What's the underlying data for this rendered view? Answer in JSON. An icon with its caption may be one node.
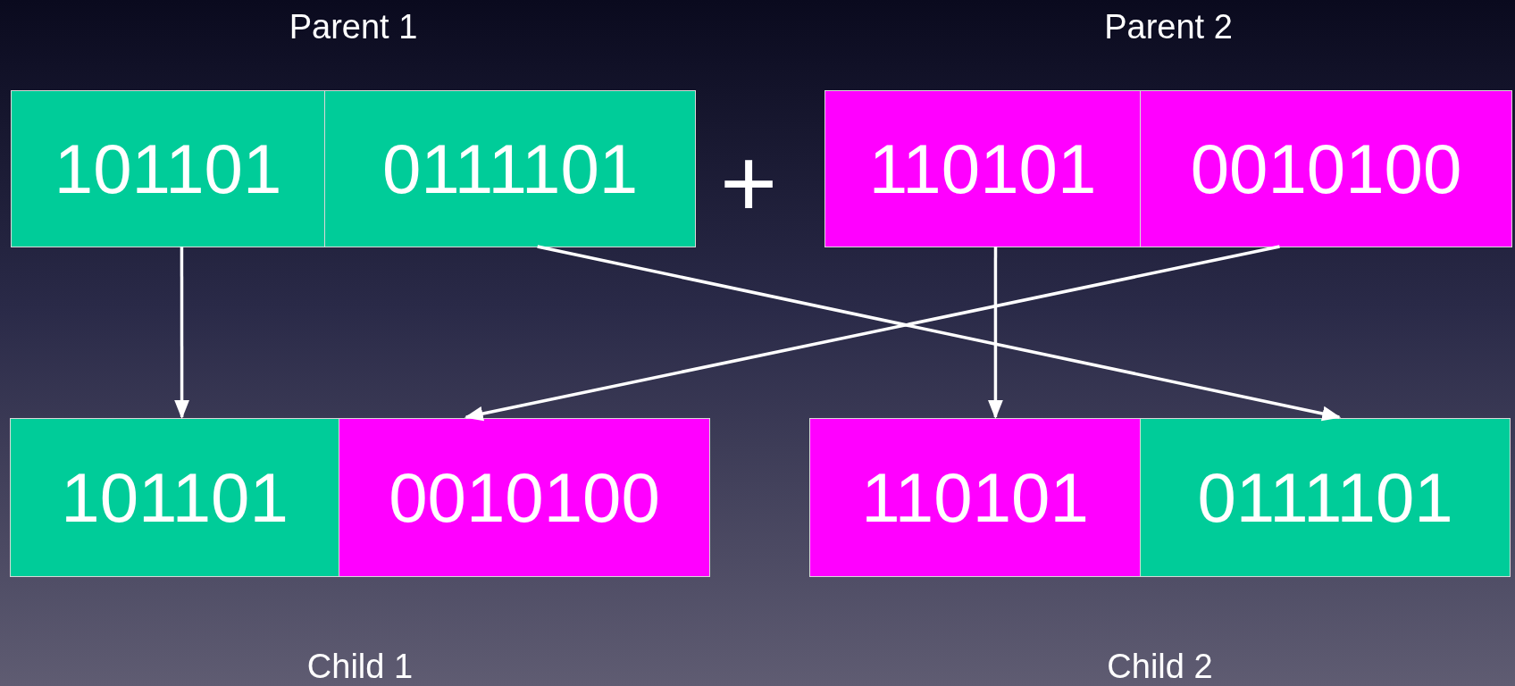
{
  "diagram": {
    "nodes": [
      {
        "text": [
          "Parent 1"
        ]
      },
      {
        "text": [
          "101101"
        ],
        "in": 0
      },
      {
        "text": [
          "0111101"
        ],
        "in": 0
      },
      {
        "text": [
          "Parent 2"
        ]
      },
      {
        "text": [
          "110101"
        ],
        "in": 3
      },
      {
        "text": [
          "0010100"
        ],
        "in": 3
      },
      {
        "text": [
          "Child 1"
        ]
      },
      {
        "text": [
          "101101"
        ],
        "in": 6
      },
      {
        "text": [
          "0010100"
        ],
        "in": 6
      },
      {
        "text": [
          "Child 2"
        ]
      },
      {
        "text": [
          "110101"
        ],
        "in": 9
      },
      {
        "text": [
          "0111101"
        ],
        "in": 9
      }
    ],
    "edges": [
      {
        "from": 1,
        "to": 7,
        "arrow": "to"
      },
      {
        "from": 2,
        "to": 11,
        "arrow": "to"
      },
      {
        "from": 4,
        "to": 10,
        "arrow": "to"
      },
      {
        "from": 5,
        "to": 8,
        "arrow": "to"
      }
    ],
    "labels": [
      "+"
    ]
  }
}
